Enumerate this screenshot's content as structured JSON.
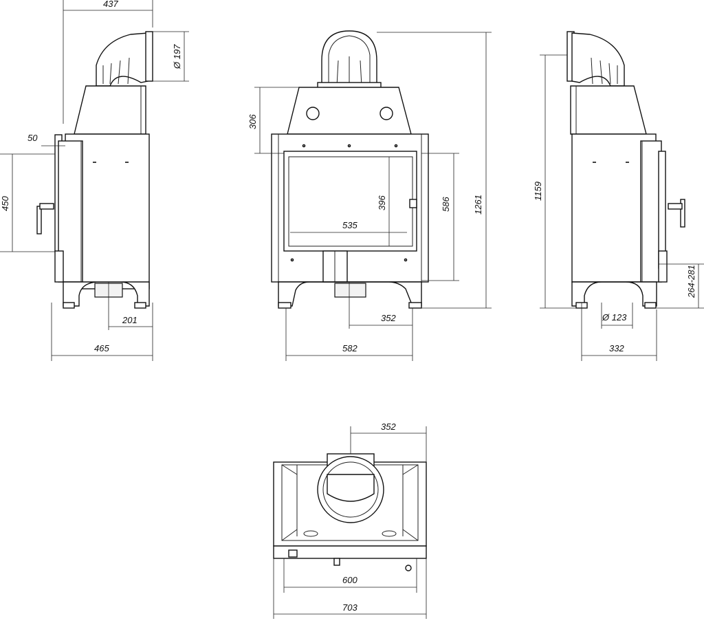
{
  "dimensions": {
    "side_left_depth_top": "437",
    "flue_diameter_197": "Ø 197",
    "side_left_offset_50": "50",
    "side_left_height_450": "450",
    "side_left_201": "201",
    "side_left_465": "465",
    "front_306": "306",
    "front_396": "396",
    "front_535": "535",
    "front_586": "586",
    "front_1261": "1261",
    "front_352": "352",
    "front_582": "582",
    "side_right_1159": "1159",
    "side_right_range": "264-281",
    "side_right_diameter_123": "Ø 123",
    "side_right_332": "332",
    "top_352": "352",
    "top_600": "600",
    "top_703": "703"
  }
}
